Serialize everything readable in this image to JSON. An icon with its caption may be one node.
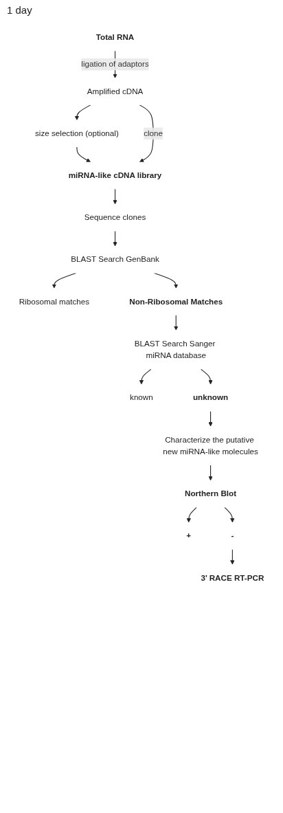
{
  "diagram": {
    "nodes": [
      {
        "text": [
          "Total RNA"
        ]
      },
      {
        "text": [
          "Amplified cDNA"
        ]
      },
      {
        "text": [
          "size selection (optional)"
        ]
      },
      {
        "text": [
          "miRNA-like cDNA library"
        ]
      },
      {
        "text": [
          "Sequence clones"
        ]
      },
      {
        "text": [
          "BLAST Search GenBank"
        ]
      },
      {
        "text": [
          "Ribosomal matches"
        ]
      },
      {
        "text": [
          "Non-Ribosomal Matches"
        ]
      },
      {
        "text": [
          "BLAST Search Sanger miRNA database"
        ]
      },
      {
        "text": [
          "known"
        ]
      },
      {
        "text": [
          "unknown"
        ]
      },
      {
        "text": [
          "Characterize the putative new miRNA-like molecules"
        ]
      },
      {
        "text": [
          "Northern Blot"
        ]
      },
      {
        "text": [
          "+"
        ]
      },
      {
        "text": [
          "-"
        ]
      },
      {
        "text": [
          "3’ RACE RT-PCR"
        ]
      }
    ],
    "edges": [
      {
        "from": 0,
        "to": 1,
        "arrow": "to",
        "label": "ligation of adaptors"
      },
      {
        "from": 1,
        "to": 2,
        "arrow": "to"
      },
      {
        "from": 2,
        "to": 3,
        "arrow": "to"
      },
      {
        "from": 1,
        "to": 3,
        "arrow": "to",
        "label": "clone"
      },
      {
        "from": 3,
        "to": 4,
        "arrow": "to"
      },
      {
        "from": 4,
        "to": 5,
        "arrow": "to"
      },
      {
        "from": 5,
        "to": 6,
        "arrow": "to"
      },
      {
        "from": 5,
        "to": 7,
        "arrow": "to"
      },
      {
        "from": 7,
        "to": 8,
        "arrow": "to"
      },
      {
        "from": 8,
        "to": 9,
        "arrow": "to"
      },
      {
        "from": 8,
        "to": 10,
        "arrow": "to"
      },
      {
        "from": 10,
        "to": 11,
        "arrow": "to"
      },
      {
        "from": 11,
        "to": 12,
        "arrow": "to"
      },
      {
        "from": 12,
        "to": 13,
        "arrow": "to"
      },
      {
        "from": 12,
        "to": 14,
        "arrow": "to"
      },
      {
        "from": 14,
        "to": 15,
        "arrow": "to"
      }
    ],
    "labels": [
      "1 day"
    ]
  }
}
